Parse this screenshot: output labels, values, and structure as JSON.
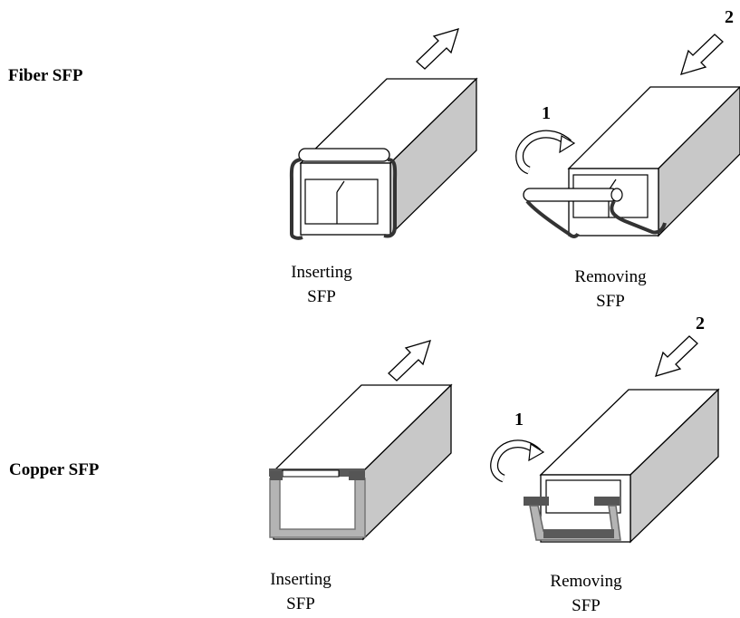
{
  "rows": {
    "fiber": {
      "label": "Fiber SFP"
    },
    "copper": {
      "label": "Copper SFP"
    }
  },
  "captions": {
    "fiber_insert": {
      "line1": "Inserting",
      "line2": "SFP"
    },
    "fiber_remove": {
      "line1": "Removing",
      "line2": "SFP"
    },
    "copper_insert": {
      "line1": "Inserting",
      "line2": "SFP"
    },
    "copper_remove": {
      "line1": "Removing",
      "line2": "SFP"
    }
  },
  "steps": {
    "fiber_lever": "1",
    "fiber_pull": "2",
    "copper_lever": "1",
    "copper_pull": "2"
  },
  "colors": {
    "module_side": "#c8c8c8",
    "outline": "#000000",
    "fiber_latch": "#333333",
    "copper_latch_fill": "#b4b4b4",
    "copper_latch_dark": "#5a5a5a"
  }
}
